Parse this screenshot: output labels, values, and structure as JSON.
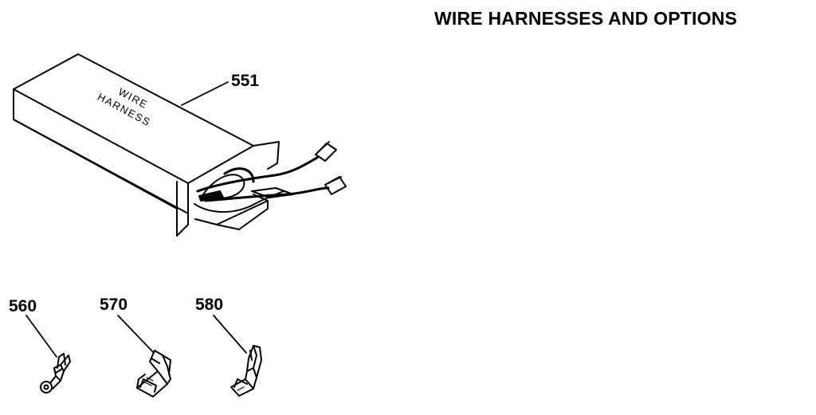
{
  "diagram": {
    "title": "WIRE HARNESSES AND OPTIONS",
    "box_label_line1": "WIRE",
    "box_label_line2": "HARNESS",
    "parts": [
      {
        "number": "551",
        "description": "wire-harness"
      },
      {
        "number": "560",
        "description": "ring-terminal"
      },
      {
        "number": "570",
        "description": "flag-terminal"
      },
      {
        "number": "580",
        "description": "quick-connect-terminal"
      }
    ]
  }
}
